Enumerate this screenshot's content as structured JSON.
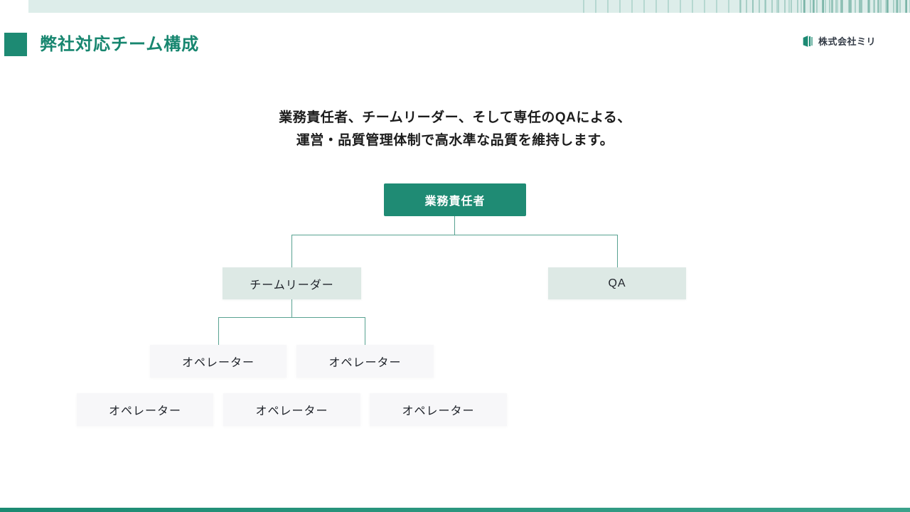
{
  "header": {
    "title": "弊社対応チーム構成",
    "logo_text": "株式会社ミリ"
  },
  "description": {
    "line1": "業務責任者、チームリーダー、そして専任のQAによる、",
    "line2": "運営・品質管理体制で高水準な品質を維持します。"
  },
  "org": {
    "nodes": [
      {
        "id": "manager",
        "label": "業務責任者",
        "level": 1
      },
      {
        "id": "team-leader",
        "label": "チームリーダー",
        "level": 2
      },
      {
        "id": "qa",
        "label": "QA",
        "level": 2
      },
      {
        "id": "operator-1",
        "label": "オペレーター",
        "level": 3
      },
      {
        "id": "operator-2",
        "label": "オペレーター",
        "level": 3
      },
      {
        "id": "operator-3",
        "label": "オペレーター",
        "level": 3
      },
      {
        "id": "operator-4",
        "label": "オペレーター",
        "level": 3
      },
      {
        "id": "operator-5",
        "label": "オペレーター",
        "level": 3
      }
    ],
    "edges": [
      {
        "from": "manager",
        "to": "team-leader"
      },
      {
        "from": "manager",
        "to": "qa"
      },
      {
        "from": "team-leader",
        "to": "operator-1"
      },
      {
        "from": "team-leader",
        "to": "operator-2"
      }
    ]
  },
  "colors": {
    "primary_teal": "#1d8a73",
    "root_box": "#1f8b74",
    "mint_box": "#dde9e5",
    "gray_box": "#f7f7f9",
    "connector": "#58a291",
    "topbar_bg": "#ddedea",
    "title_text": "#17866f",
    "body_text": "#1c1c1c"
  }
}
